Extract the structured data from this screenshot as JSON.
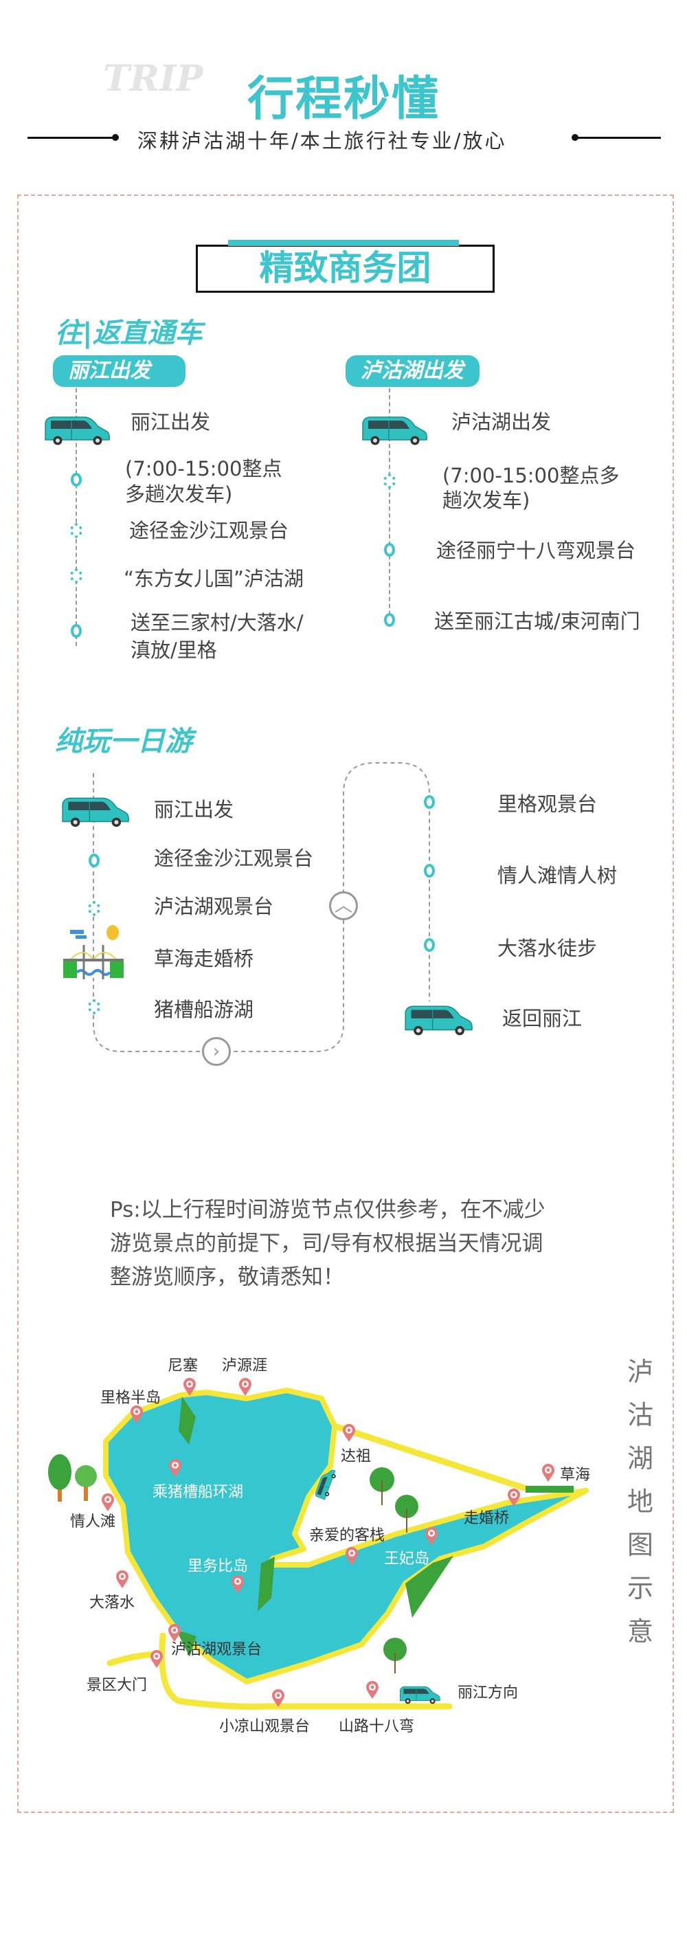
{
  "header": {
    "watermark": "TRIP",
    "title": "行程秒懂",
    "subtitle": "深耕泸沽湖十年/本土旅行社专业/放心"
  },
  "package": {
    "title": "精致商务团"
  },
  "direct": {
    "section_title": "往|返直通车",
    "left": {
      "pill": "丽江出发",
      "start": "丽江出发",
      "items": [
        "(7:00-15:00整点",
        "多趟次发车)",
        "途径金沙江观景台",
        "“东方女儿国”泸沽湖",
        "送至三家村/大落水/",
        "滇放/里格"
      ]
    },
    "right": {
      "pill": "泸沽湖出发",
      "start": "泸沽湖出发",
      "items": [
        "(7:00-15:00整点多",
        "趟次发车)",
        "途径丽宁十八弯观景台",
        "送至丽江古城/束河南门"
      ]
    }
  },
  "daytour": {
    "section_title": "纯玩一日游",
    "left": [
      "丽江出发",
      "途径金沙江观景台",
      "泸沽湖观景台",
      "草海走婚桥",
      "猪槽船游湖"
    ],
    "right": [
      "里格观景台",
      "情人滩情人树",
      "大落水徒步",
      "返回丽江"
    ]
  },
  "note": [
    "Ps:以上行程时间游览节点仅供参考，在不减少",
    "游览景点的前提下，司/导有权根据当天情况调",
    "整游览顺序，敬请悉知！"
  ],
  "map": {
    "title": "泸沽湖地图示意",
    "labels": [
      "尼塞",
      "泸源涯",
      "里格半岛",
      "达祖",
      "乘猪槽船环湖",
      "情人滩",
      "草海",
      "走婚桥",
      "亲爱的客栈",
      "王妃岛",
      "里务比岛",
      "大落水",
      "泸沽湖观景台",
      "景区大门",
      "小凉山观景台",
      "山路十八弯",
      "丽江方向"
    ]
  },
  "colors": {
    "accent": "#3cc5cc",
    "road": "#f5e63a",
    "pin": "#e8797a",
    "frame": "#e8a59c"
  }
}
